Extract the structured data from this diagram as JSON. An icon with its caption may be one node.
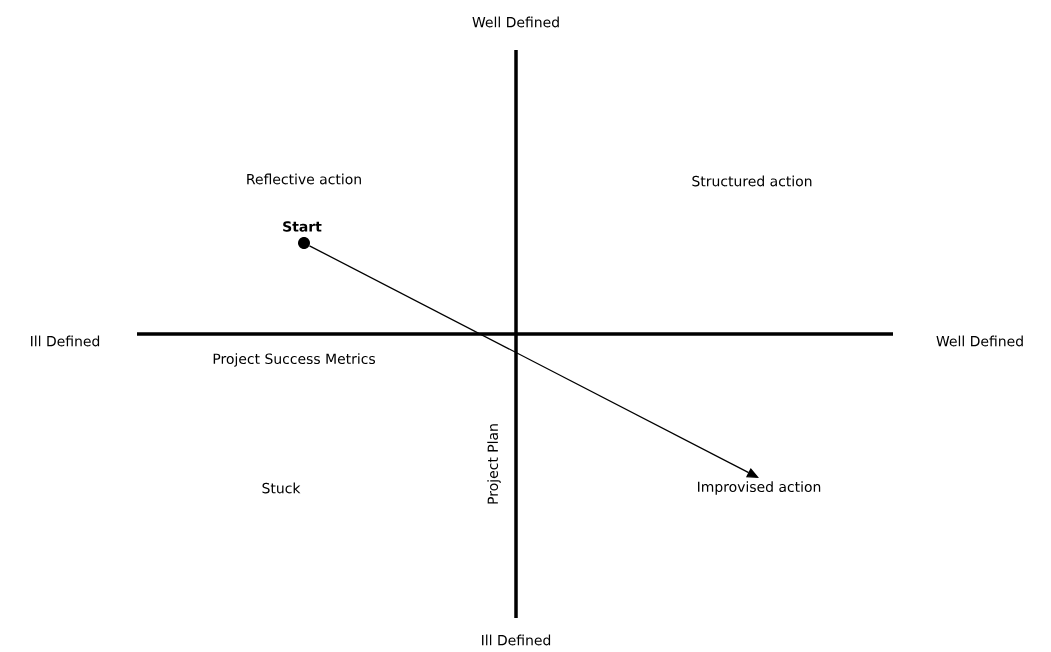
{
  "diagram": {
    "nodes": [
      {
        "text": [],
        "shape": "circle",
        "beside": [
          "**Start**"
        ]
      },
      {
        "text": [
          "Improvised action"
        ]
      }
    ],
    "edges": [
      {
        "from": 0,
        "to": 1,
        "arrow": "to"
      }
    ],
    "labels": [
      "Well Defined",
      "Reflective action",
      "Structured action",
      "Ill Defined",
      "Well Defined",
      "Project Success Metrics",
      "Project Plan",
      "Stuck",
      "Ill Defined"
    ]
  }
}
